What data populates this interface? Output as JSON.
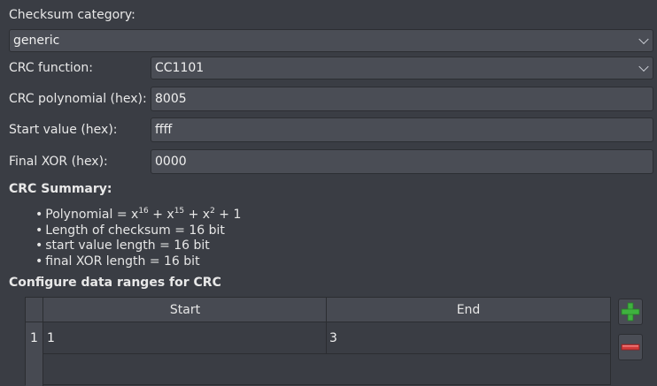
{
  "checksum_category": {
    "label": "Checksum category:",
    "value": "generic"
  },
  "crc_function": {
    "label": "CRC function:",
    "value": "CC1101"
  },
  "crc_polynomial": {
    "label": "CRC polynomial (hex):",
    "value": "8005"
  },
  "start_value": {
    "label": "Start value (hex):",
    "value": "ffff"
  },
  "final_xor": {
    "label": "Final XOR (hex):",
    "value": "0000"
  },
  "summary": {
    "title": "CRC Summary:",
    "polynomial_prefix": "Polynomial = ",
    "poly_terms": [
      {
        "base": "x",
        "exp": "16",
        "sep": " + "
      },
      {
        "base": "x",
        "exp": "15",
        "sep": " + "
      },
      {
        "base": "x",
        "exp": "2",
        "sep": " + "
      }
    ],
    "poly_tail": "1",
    "lines": [
      "Length of checksum = 16 bit",
      "start value length = 16 bit",
      "final XOR length = 16 bit"
    ]
  },
  "ranges": {
    "title": "Configure data ranges for CRC",
    "columns": [
      "Start",
      "End"
    ],
    "rows": [
      {
        "index": "1",
        "start": "1",
        "end": "3"
      }
    ]
  },
  "icons": {
    "add": "plus-icon",
    "remove": "minus-icon"
  },
  "colors": {
    "add_green": "#3fb23f",
    "remove_red": "#d23a3a"
  }
}
